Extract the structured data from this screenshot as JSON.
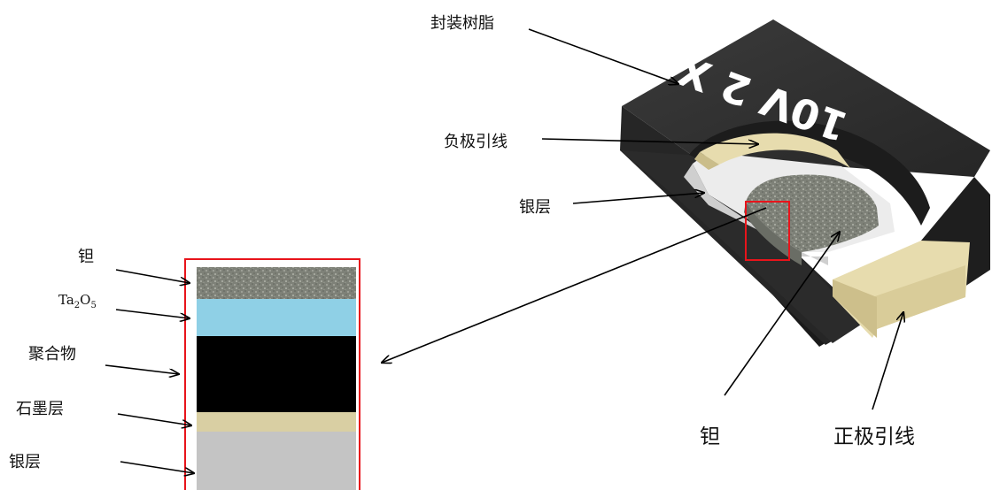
{
  "labels": {
    "resin": "封装树脂",
    "cathode_lead": "负极引线",
    "silver_right": "银层",
    "tantalum_bottom": "钽",
    "anode_lead": "正极引线",
    "tantalum_left": "钽",
    "oxide_main": "Ta",
    "oxide_sub1": "2",
    "oxide_o": "O",
    "oxide_sub2": "5",
    "polymer": "聚合物",
    "graphite": "石墨层",
    "silver_left": "银层"
  },
  "component_marking": "10V 2 X",
  "colors": {
    "tantalum": "#8c8f86",
    "oxide": "#8fd0e6",
    "polymer": "#000000",
    "graphite": "#d9cfa3",
    "silver": "#c4c4c4",
    "highlight_box": "#e8141b",
    "resin": "#2f2f2f",
    "lead": "#e7dcae"
  }
}
